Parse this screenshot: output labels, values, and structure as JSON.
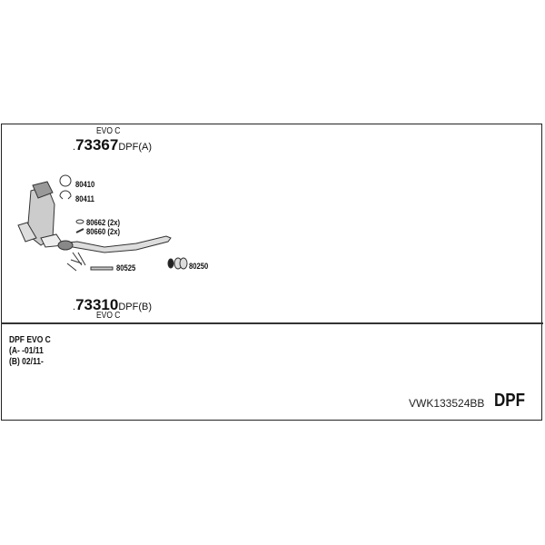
{
  "top_variant": {
    "label": "EVO C",
    "part_prefix": ".",
    "part_number": "73367",
    "suffix": "DPF(A)"
  },
  "bottom_variant": {
    "label": "EVO C",
    "part_prefix": ".",
    "part_number": "73310",
    "suffix": "DPF(B)"
  },
  "parts": [
    {
      "number": "80410",
      "icon": "ring-gasket-icon"
    },
    {
      "number": "80411",
      "icon": "clamp-icon"
    },
    {
      "number": "80662 (2x)",
      "icon": "nut-icon"
    },
    {
      "number": "80660 (2x)",
      "icon": "bolt-icon"
    },
    {
      "number": "80525",
      "icon": "hanger-icon"
    },
    {
      "number": "80250",
      "icon": "clamp-sleeve-icon"
    }
  ],
  "notes": [
    "DPF EVO C",
    "(A- -01/11",
    "(B) 02/11-"
  ],
  "kit_code": "VWK133524BB",
  "category": "DPF"
}
